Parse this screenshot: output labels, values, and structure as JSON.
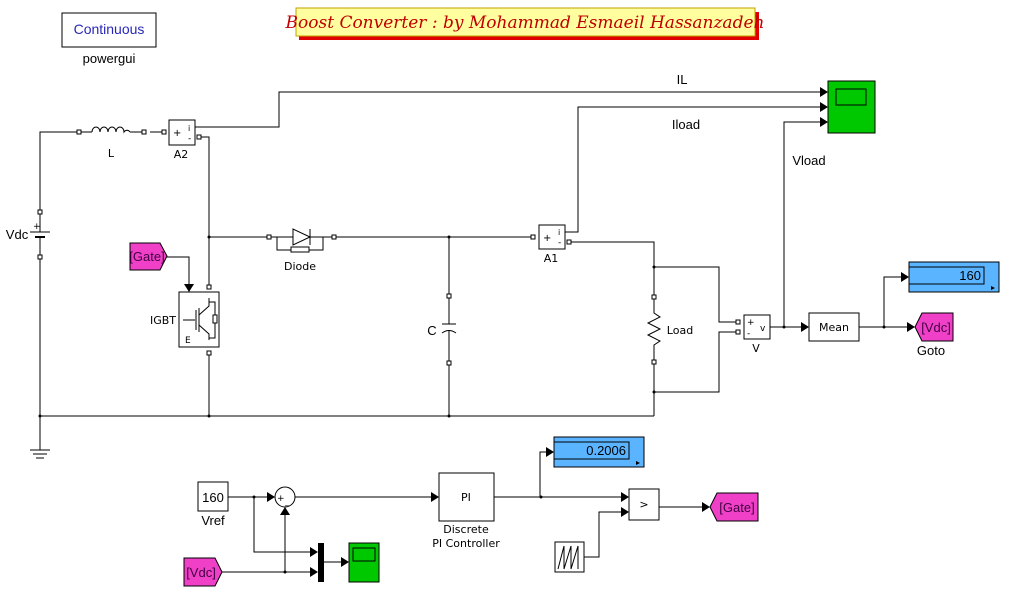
{
  "title": "Boost Converter :  by  Mohammad Esmaeil Hassanzadeh",
  "powergui": {
    "mode": "Continuous",
    "label": "powergui"
  },
  "signals": {
    "il": "IL",
    "iload": "Iload",
    "vload": "Vload"
  },
  "blocks": {
    "vdc": "Vdc",
    "inductor": "L",
    "ammeter_a2": "A2",
    "ammeter_a1": "A1",
    "igbt": "IGBT",
    "diode": "Diode",
    "capacitor": "C",
    "load": "Load",
    "voltmeter": "V",
    "mean": "Mean",
    "goto_vdc": "[Vdc]",
    "goto_label": "Goto",
    "from_gate": "[Gate]",
    "from_vdc": "[Vdc]",
    "goto_gate": "[Gate]",
    "vref_value": "160",
    "vref_label": "Vref",
    "pi": "PI",
    "pi_label_1": "Discrete",
    "pi_label_2": "PI Controller",
    "compare": ">"
  },
  "displays": {
    "vdc_mean": "160",
    "duty": "0.2006"
  },
  "colors": {
    "tag": "#f040c8",
    "display": "#5ab4ff",
    "scope": "#00c800",
    "title_bg": "#ffffa0",
    "title_text": "#c00000"
  }
}
